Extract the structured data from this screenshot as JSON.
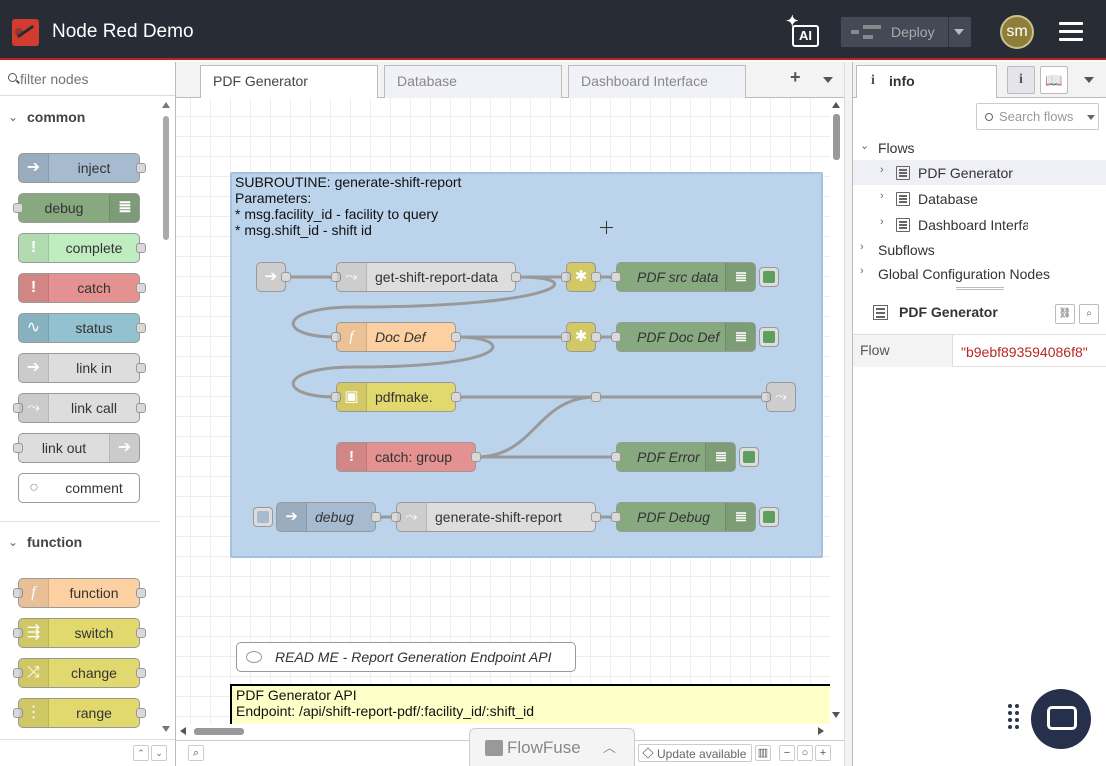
{
  "header": {
    "title": "Node Red Demo",
    "ai_label": "AI",
    "deploy_label": "Deploy",
    "avatar_initials": "sm"
  },
  "palette": {
    "filter_placeholder": "filter nodes",
    "categories": [
      {
        "label": "common",
        "nodes": [
          "inject",
          "debug",
          "complete",
          "catch",
          "status",
          "link in",
          "link call",
          "link out",
          "comment"
        ]
      },
      {
        "label": "function",
        "nodes": [
          "function",
          "switch",
          "change",
          "range"
        ]
      }
    ]
  },
  "tabs": [
    "PDF Generator",
    "Database",
    "Dashboard Interface"
  ],
  "add_tab_label": "+",
  "group": {
    "comment_lines": [
      "SUBROUTINE: generate-shift-report",
      "Parameters:",
      "* msg.facility_id - facility to query",
      "* msg.shift_id - shift id"
    ]
  },
  "flow_nodes": {
    "get_data": "get-shift-report-data",
    "pdf_src_data": "PDF src data",
    "doc_def": "Doc Def",
    "pdf_doc_def": "PDF Doc Def",
    "pdfmake": "pdfmake.",
    "catch_group": "catch: group",
    "pdf_error": "PDF Error",
    "debug_in": "debug",
    "generate": "generate-shift-report",
    "pdf_debug": "PDF Debug"
  },
  "readme_label": "READ ME - Report Generation Endpoint API",
  "api_comment": {
    "line1": "PDF Generator API",
    "line2": "Endpoint: /api/shift-report-pdf/:facility_id/:shift_id"
  },
  "footer": {
    "brand": "FlowFuse",
    "update_label": "Update available"
  },
  "sidebar": {
    "tab_label": "info",
    "search_placeholder": "Search flows",
    "tree": {
      "flows_label": "Flows",
      "flows": [
        "PDF Generator",
        "Database",
        "Dashboard Interface"
      ],
      "subflows_label": "Subflows",
      "global_label": "Global Configuration Nodes"
    },
    "properties": {
      "title": "PDF Generator",
      "flow_key": "Flow",
      "flow_value": "\"b9ebf893594086f8\""
    }
  },
  "colors": {
    "header_bg": "#272c35",
    "accent_red": "#c02020",
    "group_bg": "#bcd3ec",
    "inject": "#a6bbcf",
    "debug": "#87a980",
    "complete": "#c0edc0",
    "catch": "#e49191",
    "status": "#94c1d0",
    "function": "#fdd0a2",
    "switch": "#e2d96e",
    "pdfmake": "#e2d96e"
  }
}
